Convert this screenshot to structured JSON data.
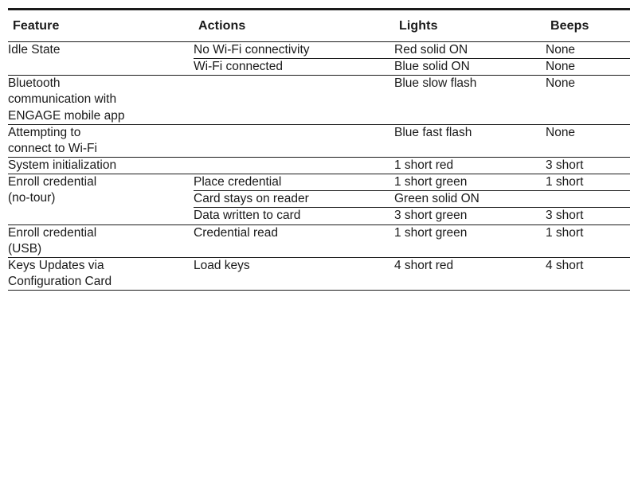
{
  "table": {
    "name": "reader-feedback-table",
    "columns": [
      {
        "key": "feature",
        "label": "Feature"
      },
      {
        "key": "actions",
        "label": "Actions"
      },
      {
        "key": "lights",
        "label": "Lights"
      },
      {
        "key": "beeps",
        "label": "Beeps"
      }
    ],
    "groups": [
      {
        "feature": "Idle State",
        "rows": [
          {
            "actions": "No Wi-Fi connectivity",
            "lights": "Red solid ON",
            "beeps": "None"
          },
          {
            "actions": "Wi-Fi connected",
            "lights": "Blue solid ON",
            "beeps": "None"
          }
        ]
      },
      {
        "feature": "Bluetooth\ncommunication with\nENGAGE mobile app",
        "rows": [
          {
            "actions": "",
            "lights": "Blue slow flash",
            "beeps": "None"
          }
        ]
      },
      {
        "feature": "Attempting to\nconnect to Wi-Fi",
        "rows": [
          {
            "actions": "",
            "lights": "Blue fast flash",
            "beeps": "None"
          }
        ]
      },
      {
        "feature": "System initialization",
        "rows": [
          {
            "actions": "",
            "lights": "1 short red",
            "beeps": "3 short"
          }
        ]
      },
      {
        "feature": "Enroll credential\n(no-tour)",
        "rows": [
          {
            "actions": "Place credential",
            "lights": "1 short green",
            "beeps": "1 short"
          },
          {
            "actions": "Card stays on reader",
            "lights": "Green solid ON",
            "beeps": ""
          },
          {
            "actions": "Data written to card",
            "lights": "3 short green",
            "beeps": "3 short"
          }
        ]
      },
      {
        "feature": "Enroll credential\n(USB)",
        "rows": [
          {
            "actions": "Credential read",
            "lights": "1 short green",
            "beeps": "1 short"
          }
        ]
      },
      {
        "feature": "Keys Updates via\nConfiguration Card",
        "rows": [
          {
            "actions": "Load keys",
            "lights": "4 short red",
            "beeps": "4 short"
          }
        ]
      }
    ],
    "colors": {
      "rule": "#1a1a1a",
      "text": "#1a1a1a",
      "background": "#ffffff"
    }
  }
}
